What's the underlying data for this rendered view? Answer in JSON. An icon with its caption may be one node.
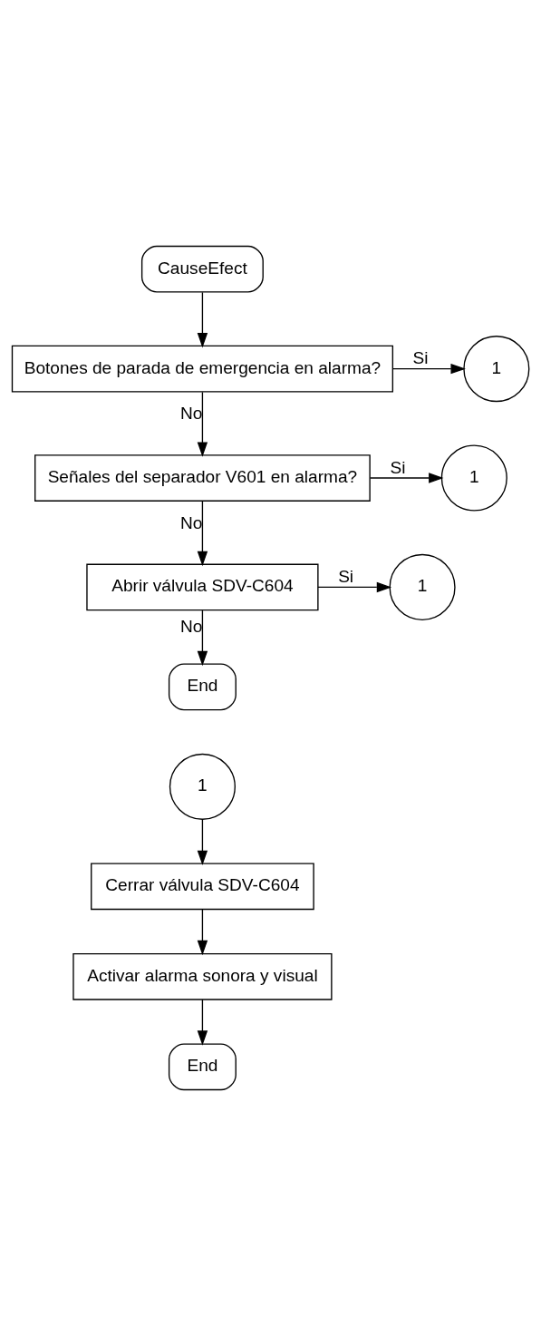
{
  "diagram": {
    "nodes": [
      {
        "text": [
          "CauseEfect"
        ]
      },
      {
        "text": [
          "Botones de parada de emergencia en alarma?"
        ]
      },
      {
        "text": [
          "1"
        ]
      },
      {
        "text": [
          "Señales del separador V601 en alarma?"
        ]
      },
      {
        "text": [
          "1"
        ]
      },
      {
        "text": [
          "Abrir válvula SDV-C604"
        ]
      },
      {
        "text": [
          "1"
        ]
      },
      {
        "text": [
          "End"
        ]
      },
      {
        "text": [
          "1"
        ]
      },
      {
        "text": [
          "Cerrar válvula SDV-C604"
        ]
      },
      {
        "text": [
          "Activar alarma sonora y visual"
        ]
      },
      {
        "text": [
          "End"
        ]
      }
    ],
    "edges": [
      {
        "from": 0,
        "to": 1,
        "arrow": "to"
      },
      {
        "from": 1,
        "to": 2,
        "arrow": "to",
        "label": "Si"
      },
      {
        "from": 1,
        "to": 3,
        "arrow": "to",
        "label": "No"
      },
      {
        "from": 3,
        "to": 4,
        "arrow": "to",
        "label": "Si"
      },
      {
        "from": 3,
        "to": 5,
        "arrow": "to",
        "label": "No"
      },
      {
        "from": 5,
        "to": 6,
        "arrow": "to",
        "label": "Si"
      },
      {
        "from": 5,
        "to": 7,
        "arrow": "to",
        "label": "No"
      },
      {
        "from": 8,
        "to": 9,
        "arrow": "to"
      },
      {
        "from": 9,
        "to": 10,
        "arrow": "to"
      },
      {
        "from": 10,
        "to": 11,
        "arrow": "to"
      }
    ]
  }
}
